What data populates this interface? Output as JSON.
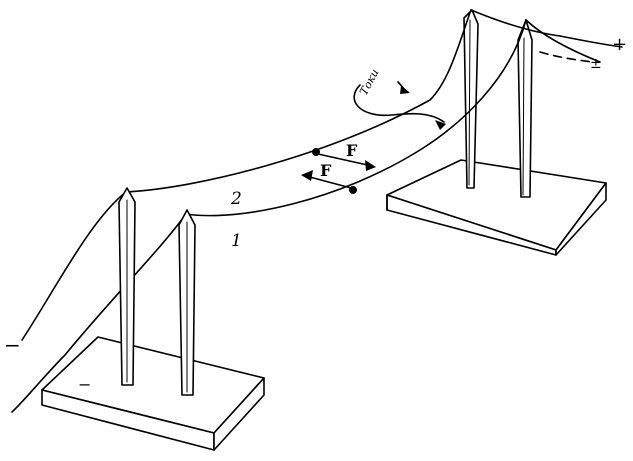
{
  "figure": {
    "labels": {
      "wire_upper": "2",
      "wire_lower": "1",
      "force_upper": "F",
      "force_lower": "F",
      "current": "Токи",
      "polarity_left": "−",
      "polarity_right_top": "+",
      "polarity_right_small": "±",
      "base_left_mark": "−"
    }
  }
}
